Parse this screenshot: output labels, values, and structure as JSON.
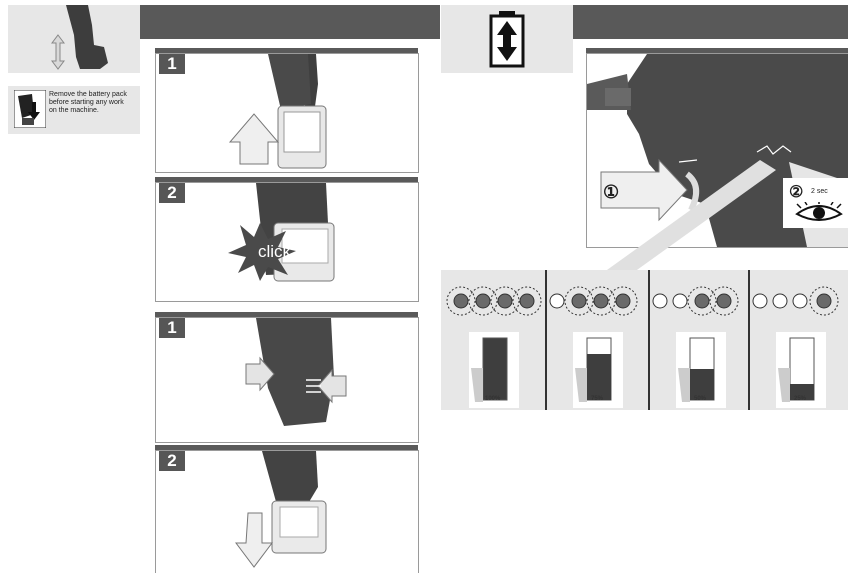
{
  "sections": {
    "remove": {
      "warning": {
        "text_lines": [
          "Remove the battery pack",
          "before starting any work",
          "on the machine."
        ]
      },
      "steps": [
        {
          "number": "1"
        },
        {
          "number": "2",
          "label": "click"
        }
      ]
    },
    "release": {
      "steps": [
        {
          "number": "1"
        },
        {
          "number": "2"
        }
      ]
    },
    "charge_check": {
      "step1": "①",
      "step2": "②",
      "duration": "2 sec",
      "levels": [
        {
          "percent": "100%",
          "lit": 4,
          "fill": 1.0
        },
        {
          "percent": "75%",
          "lit": 3,
          "fill": 0.75
        },
        {
          "percent": "50%",
          "lit": 2,
          "fill": 0.5
        },
        {
          "percent": "25%",
          "lit": 1,
          "fill": 0.25
        }
      ]
    }
  },
  "colors": {
    "header_bar": "#595959",
    "panel_bg": "#e7e7e7",
    "tool_body": "#4a4a4a",
    "led_on": "#6a6a6a"
  },
  "icons": [
    "insert-remove-arrows-icon",
    "battery-arrows-icon",
    "eye-icon",
    "led-icon"
  ]
}
